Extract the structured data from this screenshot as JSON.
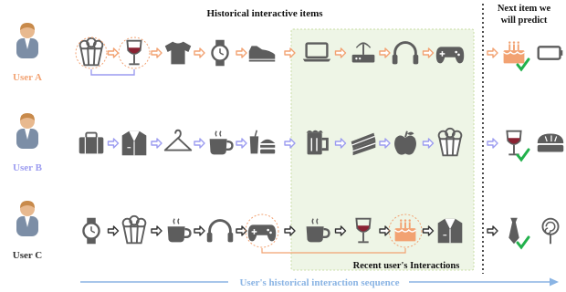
{
  "header": {
    "historical_title": "Historical interactive items",
    "next_title_line1": "Next item we",
    "next_title_line2": "will predict"
  },
  "users": [
    {
      "label": "User A",
      "color": "#F2A272",
      "items": [
        "popcorn",
        "wine-glass",
        "t-shirt",
        "wristwatch",
        "shoe",
        "laptop",
        "router",
        "headphones",
        "gamepad"
      ],
      "predicted": [
        "birthday-cake",
        "battery"
      ],
      "correct_index": 0
    },
    {
      "label": "User B",
      "color": "#9C9CF0",
      "items": [
        "briefcase",
        "suit-jacket",
        "clothes-hanger",
        "coffee-cup",
        "fast-food",
        "beer-mug",
        "cake-slice",
        "apple",
        "popcorn"
      ],
      "predicted": [
        "wine-glass",
        "pie"
      ],
      "correct_index": 0
    },
    {
      "label": "User C",
      "color": "#333333",
      "items": [
        "wristwatch",
        "popcorn",
        "coffee-cup",
        "headphones",
        "gamepad",
        "coffee-cup",
        "wine-glass",
        "birthday-cake",
        "suit-jacket"
      ],
      "predicted": [
        "tie",
        "lollipop"
      ],
      "correct_index": 0
    }
  ],
  "recent_label": "Recent user's Interactions",
  "sequence_label": "User's historical interaction sequence",
  "colors": {
    "icon": "#5d5d5d",
    "arrow_a": "#F2A272",
    "arrow_b": "#9C9CF0",
    "arrow_c": "#333333",
    "check": "#22B14C",
    "recent_bg": "#EEF5E6",
    "recent_border": "#C9DDA6",
    "bottom_arrow": "#8AB4E4",
    "bracket": "#9C9CF0",
    "link_c": "#F2A272"
  }
}
